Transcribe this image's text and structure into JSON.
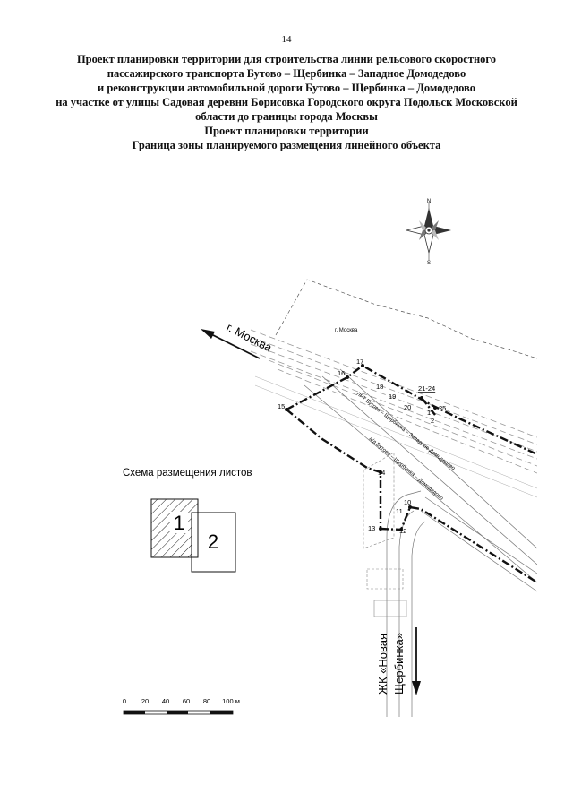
{
  "page_number": "14",
  "title_lines": [
    "Проект планировки территории для строительства линии рельсового скоростного",
    "пассажирского транспорта Бутово – Щербинка – Западное Домодедово",
    "и реконструкции автомобильной дороги Бутово – Щербинка – Домодедово",
    "на участке от улицы Садовая деревни Борисовка Городского округа Подольск Московской",
    "области до границы города Москвы",
    "Проект планировки территории",
    "Граница зоны планируемого размещения линейного объекта"
  ],
  "map": {
    "moscow_arrow_label": "г. Москва",
    "moscow_area_label": "г. Москва",
    "rail_label": "ЛРТ Бутово – Щербинка – Западное Домодедово",
    "road_label": "а/д Бутово – Щербинка – Домодедово",
    "zhk_label_line1": "ЖК «Новая",
    "zhk_label_line2": "Щербинка»",
    "compass_north": "N",
    "compass_south": "S",
    "point_labels": [
      "10",
      "11",
      "12",
      "13",
      "14",
      "15",
      "16",
      "17",
      "18",
      "19",
      "20",
      "21-24",
      "25",
      "1",
      "2"
    ]
  },
  "sheet_scheme": {
    "title": "Схема размещения листов",
    "sheet_1": "1",
    "sheet_2": "2"
  },
  "scale_bar": {
    "ticks": [
      "0",
      "20",
      "40",
      "60",
      "80",
      "100 м"
    ]
  }
}
